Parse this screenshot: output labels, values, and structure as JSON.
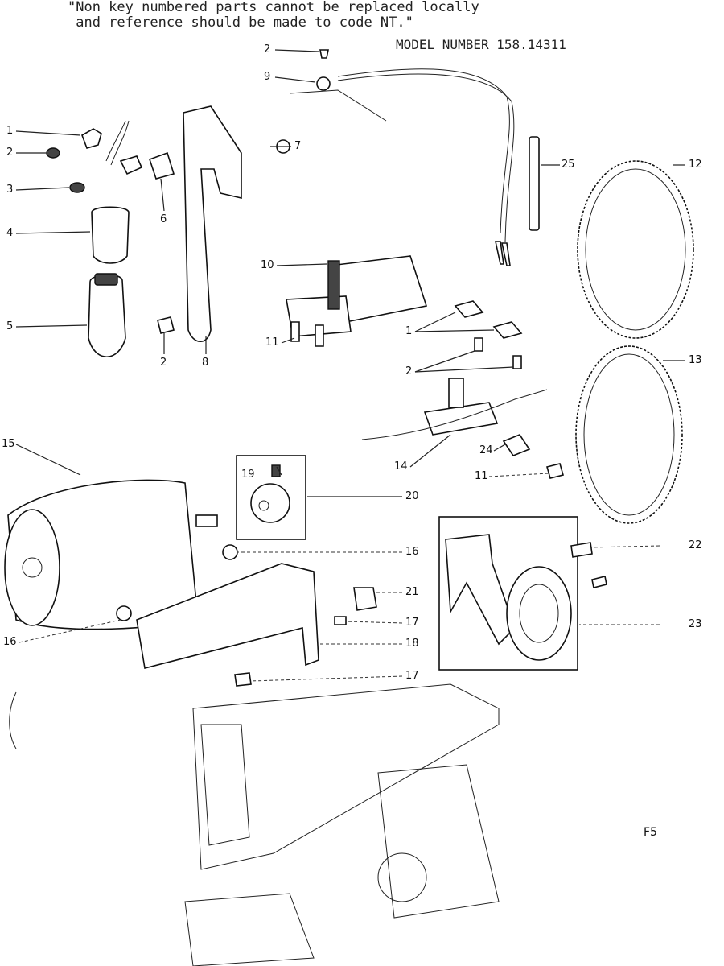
{
  "note": {
    "line1": "\"Non key numbered parts cannot be replaced locally",
    "line2": " and reference should be made to code NT.\""
  },
  "model_label": "MODEL NUMBER 158.14311",
  "figure_label": "F5",
  "part_labels": [
    {
      "id": "p2a",
      "text": "2"
    },
    {
      "id": "p9",
      "text": "9"
    },
    {
      "id": "p1a",
      "text": "1"
    },
    {
      "id": "p2b",
      "text": "2"
    },
    {
      "id": "p3",
      "text": "3"
    },
    {
      "id": "p4",
      "text": "4"
    },
    {
      "id": "p5",
      "text": "5"
    },
    {
      "id": "p6",
      "text": "6"
    },
    {
      "id": "p7",
      "text": "7"
    },
    {
      "id": "p2c",
      "text": "2"
    },
    {
      "id": "p8",
      "text": "8"
    },
    {
      "id": "p10",
      "text": "10"
    },
    {
      "id": "p11a",
      "text": "11"
    },
    {
      "id": "p1b",
      "text": "1"
    },
    {
      "id": "p2d",
      "text": "2"
    },
    {
      "id": "p25",
      "text": "25"
    },
    {
      "id": "p12",
      "text": "12"
    },
    {
      "id": "p13",
      "text": "13"
    },
    {
      "id": "p14",
      "text": "14"
    },
    {
      "id": "p24",
      "text": "24"
    },
    {
      "id": "p11b",
      "text": "11"
    },
    {
      "id": "p15",
      "text": "15"
    },
    {
      "id": "p19",
      "text": "19"
    },
    {
      "id": "p20",
      "text": "20"
    },
    {
      "id": "p16a",
      "text": "16"
    },
    {
      "id": "p21",
      "text": "21"
    },
    {
      "id": "p17a",
      "text": "17"
    },
    {
      "id": "p16b",
      "text": "16"
    },
    {
      "id": "p18",
      "text": "18"
    },
    {
      "id": "p17b",
      "text": "17"
    },
    {
      "id": "p22",
      "text": "22"
    },
    {
      "id": "p23",
      "text": "23"
    }
  ]
}
